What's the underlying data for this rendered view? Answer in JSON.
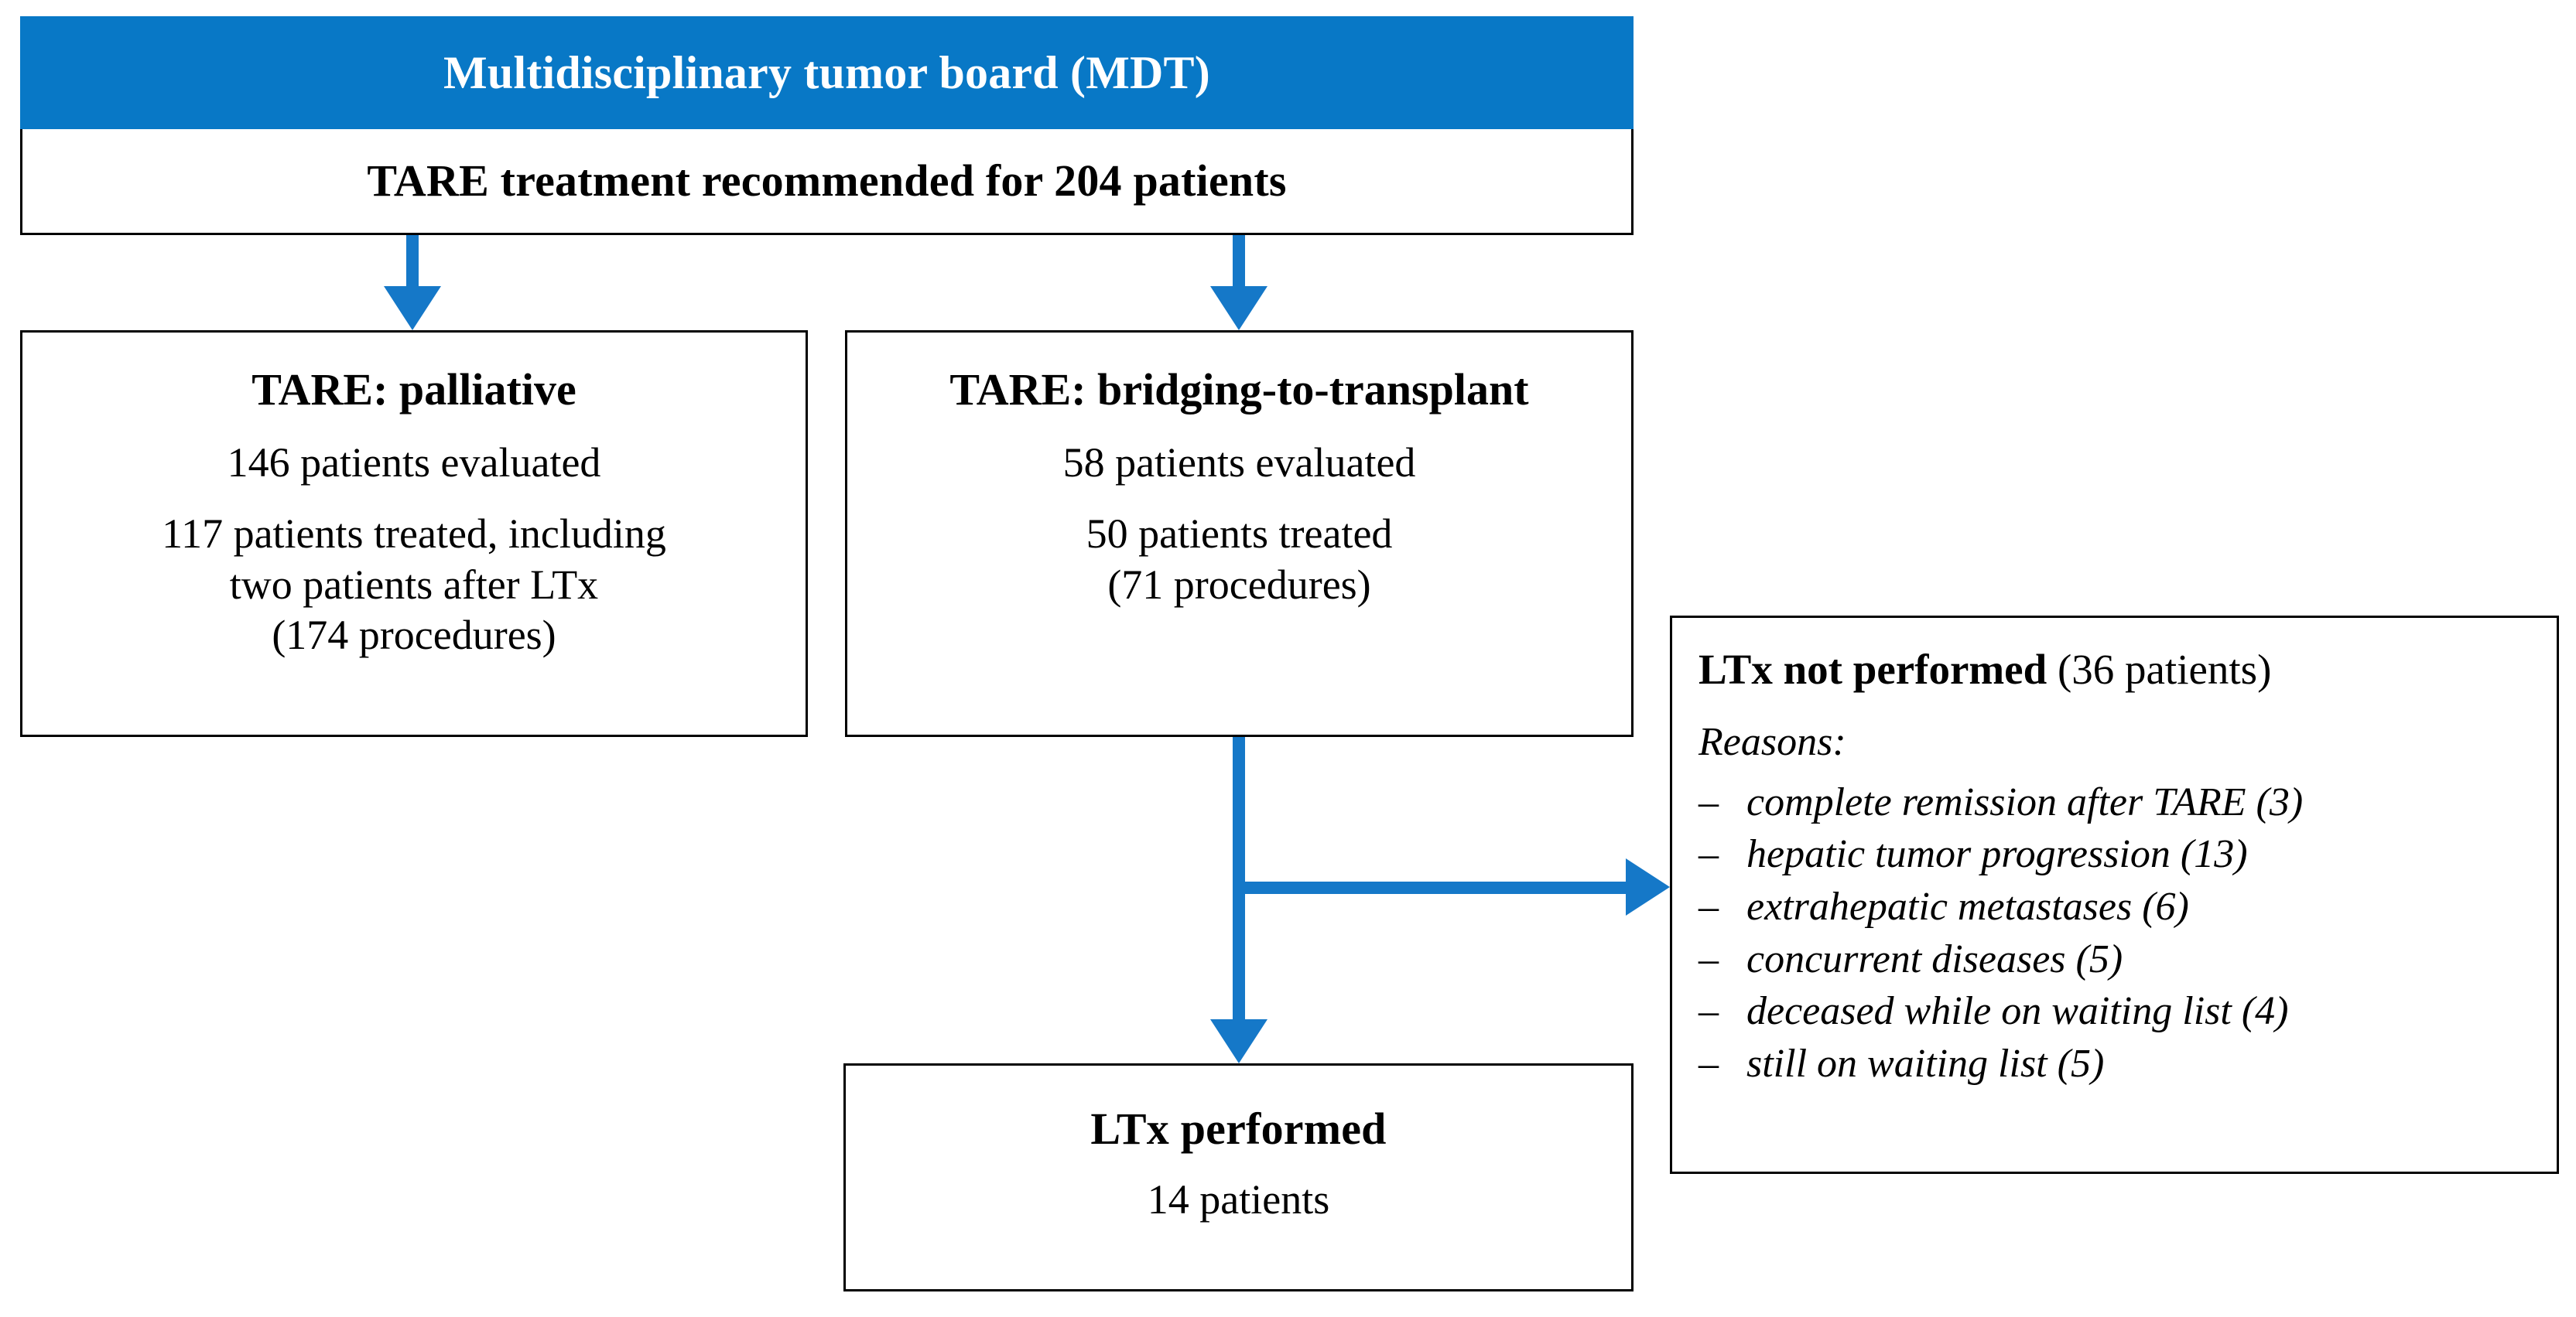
{
  "diagram": {
    "title": "Multidisciplinary tumor board (MDT)",
    "header": {
      "label": "Multidisciplinary tumor board (MDT)",
      "color": "#0878c6"
    },
    "recommendation": {
      "label": "TARE treatment recommended for 204 patients",
      "total_patients": 204
    },
    "arms": [
      {
        "id": "palliative",
        "title": "TARE: palliative",
        "lines": [
          "146 patients evaluated",
          "117 patients treated, including",
          "two patients after LTx",
          "(174 procedures)"
        ],
        "evaluated": 146,
        "treated": 117,
        "procedures": 174
      },
      {
        "id": "bridging",
        "title": "TARE: bridging-to-transplant",
        "lines": [
          "58 patients evaluated",
          "50 patients treated",
          "(71 procedures)"
        ],
        "evaluated": 58,
        "treated": 50,
        "procedures": 71
      }
    ],
    "outcome_performed": {
      "title": "LTx performed",
      "detail": "14 patients",
      "patients": 14
    },
    "outcome_not_performed": {
      "title_strong": "LTx not performed",
      "title_plain": "(36 patients)",
      "patients": 36,
      "reasons_label": "Reasons:",
      "dash": "–",
      "reasons": [
        "complete remission after TARE (3)",
        "hepatic tumor progression (13)",
        "extrahepatic metastases (6)",
        "concurrent diseases (5)",
        "deceased while on waiting list (4)",
        "still on waiting list (5)"
      ],
      "reason_counts": [
        3,
        13,
        6,
        5,
        4,
        5
      ]
    },
    "connectors": {
      "accent_color": "#1578c8",
      "arrow_mdt_to_palliative": "down-arrow",
      "arrow_mdt_to_bridging": "down-arrow",
      "arrow_bridging_to_ltx_performed": "down-arrow",
      "arrow_bridging_to_ltx_not_performed": "right-arrow"
    }
  }
}
